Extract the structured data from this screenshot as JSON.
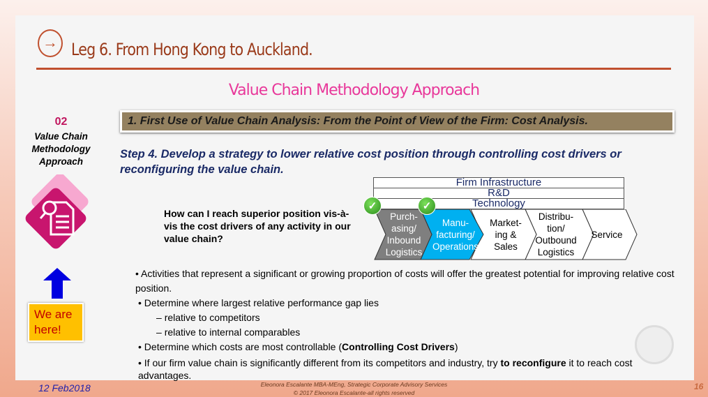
{
  "header": {
    "title": "Leg 6. From Hong Kong to Auckland.",
    "subtitle": "Value Chain Methodology Approach"
  },
  "sidebar": {
    "number": "02",
    "label": "Value Chain Methodology Approach",
    "callout": "We are here!"
  },
  "banner": "1. First Use of Value Chain Analysis: From the Point of View of the Firm: Cost Analysis.",
  "step": "Step 4. Develop a strategy to lower relative cost position through controlling cost drivers or reconfiguring the value chain.",
  "question": "How can I reach superior position vis-à-vis the cost drivers of any activity in our value chain?",
  "value_chain": {
    "support": [
      "Firm Infrastructure",
      "R&D",
      "Technology"
    ],
    "primary": [
      {
        "label": "Purch-asing/ Inbound Logistics",
        "lines": [
          "Purch-",
          "asing/",
          "Inbound",
          "Logistics"
        ],
        "color": "#7f7f7f",
        "checked": true
      },
      {
        "label": "Manu-facturing/ Operations",
        "lines": [
          "Manu-",
          "facturing/",
          "Operations"
        ],
        "color": "#00b0f0",
        "checked": true
      },
      {
        "label": "Market-ing & Sales",
        "lines": [
          "Market-",
          "ing &",
          "Sales"
        ],
        "color": "#ffffff",
        "checked": false
      },
      {
        "label": "Distribu-tion/ Outbound Logistics",
        "lines": [
          "Distribu-",
          "tion/",
          "Outbound",
          "Logistics"
        ],
        "color": "#ffffff",
        "checked": false
      },
      {
        "label": "Service",
        "lines": [
          "Service"
        ],
        "color": "#ffffff",
        "checked": false
      }
    ]
  },
  "bullets": {
    "b1": "Activities that represent a significant or growing proportion of costs will offer the greatest potential for improving relative cost position.",
    "b2": "Determine where largest relative performance gap lies",
    "b2a": "relative to competitors",
    "b2b": "relative to internal comparables",
    "b3_pre": "Determine which costs are most controllable (",
    "b3_bold": "Controlling Cost Drivers",
    "b3_post": ")",
    "b4_pre": "If our firm value chain is significantly different from its competitors and industry, try ",
    "b4_bold": "to reconfigure",
    "b4_post": " it to reach cost advantages."
  },
  "footer": {
    "date": "12 Feb2018",
    "line1": "Eleonora Escalante MBA-MEng, Strategic Corporate Advisory Services",
    "line2": "© 2017 Eleonora Escalante-all rights reserved",
    "page": "16"
  }
}
